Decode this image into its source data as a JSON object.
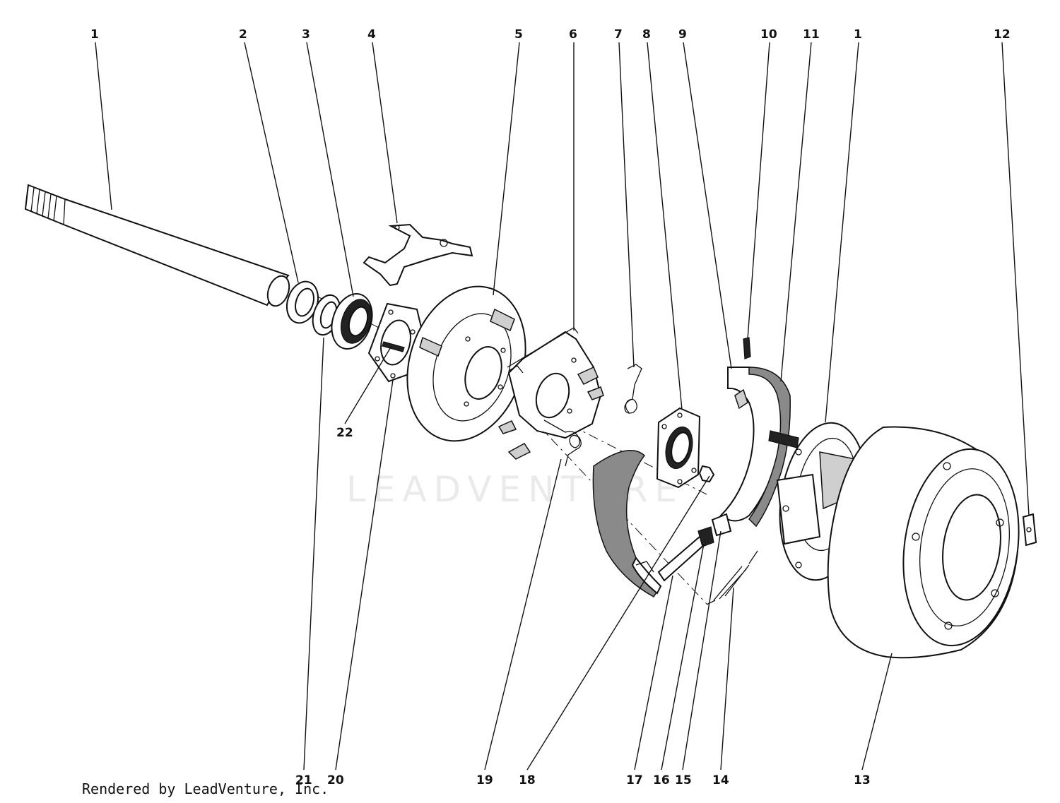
{
  "watermark": "LEADVENTURE",
  "credit": "Rendered by LeadVenture, Inc.",
  "callouts": {
    "c1": "1",
    "c2": "2",
    "c3": "3",
    "c4": "4",
    "c5": "5",
    "c6": "6",
    "c7": "7",
    "c8": "8",
    "c9": "9",
    "c10": "10",
    "c11": "11",
    "c1b": "1",
    "c12": "12",
    "c13": "13",
    "c14": "14",
    "c15": "15",
    "c16": "16",
    "c17": "17",
    "c18": "18",
    "c19": "19",
    "c20": "20",
    "c21": "21",
    "c22": "22"
  }
}
